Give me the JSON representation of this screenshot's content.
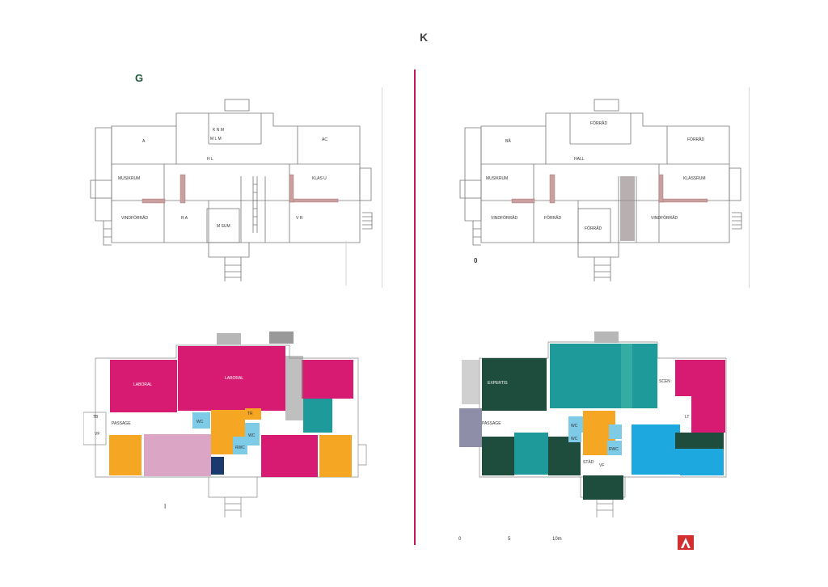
{
  "header": {
    "title": "K",
    "sheet_letter": "G"
  },
  "top_left": {
    "rooms": [
      "A",
      "K N  M",
      "M  L  M",
      "AC",
      "H  L",
      "MUSIKRUM",
      "KLAS  U",
      "VINDFÖRRÅD",
      "R  A",
      "M  SUM",
      "V  R"
    ]
  },
  "top_right": {
    "rooms": [
      "FÖRRÅD",
      "BÅ",
      "FÖRRÅD",
      "HALL",
      "MUSIKRUM",
      "KLASSRUM",
      "VINDFÖRRÅD",
      "FÖRRÅD",
      "FÖRRÅD",
      "VINDFÖRRÅD"
    ],
    "mark": "0"
  },
  "bottom_left": {
    "rooms": [
      "LABORAL",
      "LABORAL",
      "TB",
      "PASSAGE",
      "WC",
      "TR",
      "WC",
      "RWC",
      "VF"
    ],
    "mark": "I"
  },
  "bottom_right": {
    "rooms": [
      "EXPERTIS",
      "WC",
      "WC",
      "RWC",
      "PASSAGE",
      "STÄD",
      "VF",
      "SCEN",
      "LT"
    ]
  },
  "scale": {
    "labels": [
      "0",
      "5",
      "10m"
    ]
  },
  "colors": {
    "magenta": "#d81b72",
    "orange": "#f5a623",
    "pink": "#dba6c6",
    "light_blue": "#7ecbe8",
    "teal": "#1f9a9a",
    "dark_green": "#1e4d3e",
    "sky": "#1ea8e0",
    "grey_purple": "#8e8ea8",
    "navy": "#1a3a6e",
    "divider": "#c2185b",
    "logo": "#d32f2f"
  }
}
